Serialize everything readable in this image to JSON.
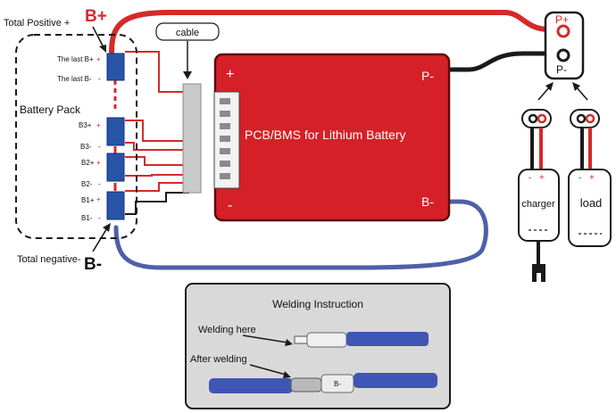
{
  "diagram": {
    "total_positive_label": "Total Positive +",
    "b_plus": "B+",
    "b_minus": "B-",
    "total_negative_label": "Total negative-",
    "cable_label": "cable",
    "battery_pack_label": "Battery Pack",
    "cells": {
      "last_b_plus": "The last B+",
      "last_b_minus": "The last B-",
      "b3_plus": "B3+",
      "b3_minus": "B3-",
      "b2_plus": "B2+",
      "b2_minus": "B2-",
      "b1_plus": "B1+",
      "b1_minus": "B1-",
      "plus_sign": "+",
      "minus_sign": "-"
    },
    "pcb": {
      "title": "PCB/BMS for Lithium Battery",
      "plus": "+",
      "minus": "-",
      "p_minus": "P-",
      "b_minus": "B-"
    },
    "terminal": {
      "p_plus": "P+",
      "p_minus": "P-"
    },
    "charger": {
      "label": "charger",
      "minus": "-",
      "plus": "+"
    },
    "load": {
      "label": "load",
      "minus": "-",
      "plus": "+"
    },
    "welding": {
      "title": "Welding Instruction",
      "welding_here": "Welding here",
      "after_welding": "After welding",
      "sleeve_text": "B-"
    },
    "colors": {
      "red_wire": "#d42a2a",
      "black_wire": "#1a1a1a",
      "blue_wire": "#4f5fa8",
      "pcb_red": "#d52027",
      "cell_blue": "#2854a8",
      "panel_gray": "#d9d9d9"
    }
  }
}
